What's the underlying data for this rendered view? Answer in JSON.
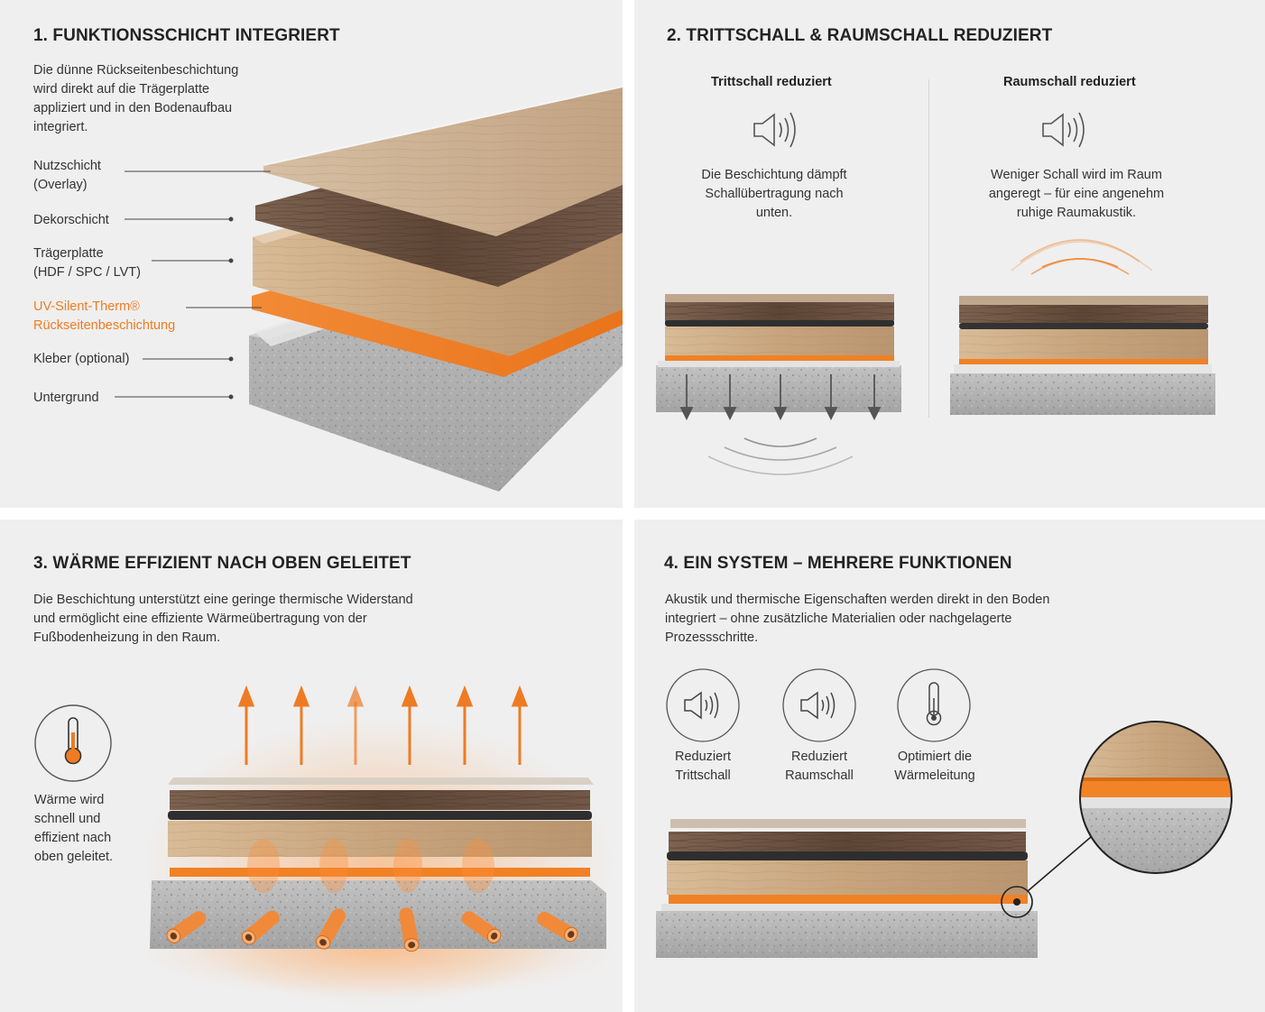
{
  "panel1": {
    "title": "1. FUNKTIONSSCHICHT INTEGRIERT",
    "description": "Die dünne Rückseitenbeschichtung wird direkt auf die Trägerplatte appliziert und in den Bodenaufbau integriert.",
    "labels": {
      "nutz_1": "Nutzschicht",
      "nutz_2": "(Overlay)",
      "dekor": "Dekorschicht",
      "traeger_1": "Trägerplatte",
      "traeger_2": "(HDF / SPC / LVT)",
      "uv_1": "UV-Silent-Therm®",
      "uv_2": "Rückseitenbeschichtung",
      "kleber": "Kleber (optional)",
      "untergrund": "Untergrund"
    }
  },
  "panel2": {
    "title": "2. TRITTSCHALL & RAUMSCHALL REDUZIERT",
    "left_heading": "Trittschall reduziert",
    "left_text": "Die Beschichtung dämpft Schallübertragung nach unten.",
    "right_heading": "Raumschall reduziert",
    "right_text": "Weniger Schall wird im Raum angeregt – für eine angenehm ruhige Raumakustik."
  },
  "panel3": {
    "title": "3. WÄRME EFFIZIENT NACH OBEN GELEITET",
    "description": "Die Beschichtung unterstützt eine geringe thermische Widerstand und ermöglicht eine effiziente Wärmeübertragung von der Fußbodenheizung in den Raum.",
    "side_text": "Wärme wird schnell und effizient nach oben geleitet."
  },
  "panel4": {
    "title": "4. EIN SYSTEM – MEHRERE FUNKTIONEN",
    "description": "Akustik und thermische Eigenschaften werden direkt in den Boden integriert – ohne zusätzliche Materialien oder nachgelagerte Prozessschritte.",
    "features": [
      {
        "line1": "Reduziert",
        "line2": "Trittschall"
      },
      {
        "line1": "Reduziert",
        "line2": "Raumschall"
      },
      {
        "line1": "Optimiert die",
        "line2": "Wärmeleitung"
      }
    ]
  },
  "colors": {
    "accent": "#f07b21",
    "panel_bg": "#efefef",
    "wood_light": "#c9a882",
    "wood_dark": "#6e5542",
    "concrete": "#b3b3b3"
  },
  "icons": [
    "speaker-icon",
    "thermometer-icon",
    "heat-arrow-icon",
    "sound-wave-icon"
  ]
}
